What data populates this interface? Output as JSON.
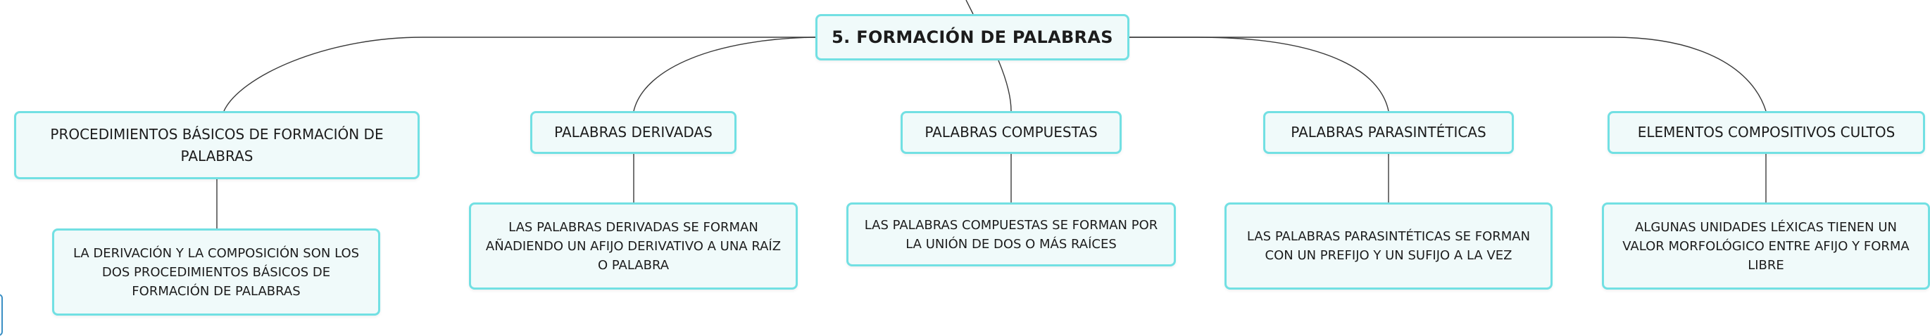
{
  "diagram": {
    "root": {
      "label": "5. FORMACIÓN DE PALABRAS"
    },
    "branches": [
      {
        "label": "PROCEDIMIENTOS BÁSICOS DE FORMACIÓN DE PALABRAS",
        "detail": "LA DERIVACIÓN Y LA COMPOSICIÓN SON LOS DOS PROCEDIMIENTOS BÁSICOS DE FORMACIÓN DE PALABRAS"
      },
      {
        "label": "PALABRAS DERIVADAS",
        "detail": "LAS PALABRAS DERIVADAS SE FORMAN AÑADIENDO UN AFIJO DERIVATIVO A UNA RAÍZ O PALABRA"
      },
      {
        "label": "PALABRAS COMPUESTAS",
        "detail": "LAS PALABRAS COMPUESTAS SE FORMAN POR LA UNIÓN DE DOS O MÁS RAÍCES"
      },
      {
        "label": "PALABRAS PARASINTÉTICAS",
        "detail": "LAS PALABRAS PARASINTÉTICAS SE FORMAN CON UN PREFIJO Y UN SUFIJO A LA VEZ"
      },
      {
        "label": "ELEMENTOS COMPOSITIVOS CULTOS",
        "detail": "ALGUNAS UNIDADES LÉXICAS TIENEN UN VALOR MORFOLÓGICO ENTRE AFIJO Y FORMA LIBRE"
      }
    ],
    "colors": {
      "node_border": "#72e0e3",
      "node_fill": "#f0fafa",
      "edge": "#3a3a3a"
    }
  }
}
